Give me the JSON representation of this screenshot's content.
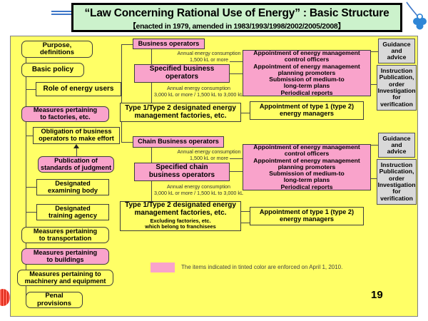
{
  "title": {
    "main": "“Law Concerning Rational Use of Energy” : Basic Structure",
    "sub": "【enacted in 1979, amended in 1983/1993/1998/2002/2005/2008】"
  },
  "colors": {
    "background_yellow": "#ffff66",
    "tinted_pink": "#f9a3cb",
    "banner_green": "#ccf2cc",
    "gray_box": "#d9d9d9",
    "decoration_blue": "#3f77c8",
    "decoration_red": "#e02b1b"
  },
  "left_column": [
    {
      "id": "purpose",
      "label": "Purpose,\ndefinitions",
      "tinted": false
    },
    {
      "id": "basic-policy",
      "label": "Basic policy",
      "tinted": false
    },
    {
      "id": "role-users",
      "label": "Role of energy users",
      "tinted": false
    },
    {
      "id": "measures-factories",
      "label": "Measures pertaining\nto factories, etc.",
      "tinted": true
    },
    {
      "id": "obligation",
      "label": "Obligation of business\noperators to make effort",
      "tinted": false
    },
    {
      "id": "publication-standards",
      "label": "Publication of\nstandards of judgment",
      "tinted": true
    },
    {
      "id": "examining-body",
      "label": "Designated\nexamining body",
      "tinted": false
    },
    {
      "id": "training-agency",
      "label": "Designated\ntraining agency",
      "tinted": false
    },
    {
      "id": "measures-transport",
      "label": "Measures pertaining\nto transportation",
      "tinted": false
    },
    {
      "id": "measures-buildings",
      "label": "Measures pertaining\nto buildings",
      "tinted": true
    },
    {
      "id": "measures-machinery",
      "label": "Measures pertaining to\nmachinery and equipment",
      "tinted": false
    },
    {
      "id": "penal",
      "label": "Penal\nprovisions",
      "tinted": false
    }
  ],
  "branch_business": {
    "header": {
      "label": "Business operators",
      "tinted": true
    },
    "note1": "Annual energy consumption\n1,500 kL or more",
    "specified": {
      "label": "Specified business\noperators",
      "tinted": true
    },
    "note2": "Annual energy consumption\n3,000 kL or more / 1,500 kL to 3,000 kL",
    "designated": {
      "label": "Type 1/Type 2 designated energy\nmanagement factories, etc.",
      "tinted": false
    },
    "duties": {
      "label": "Appointment of energy management\ncontrol officers\nAppointment of energy management\nplanning promoters\nSubmission of medium-to\nlong-term plans\nPeriodical reports",
      "tinted": true
    },
    "managers": {
      "label": "Appointment of type 1 (type 2)\nenergy managers",
      "tinted": false
    },
    "guidance": "Guidance\nand\nadvice",
    "instruction": "Instruction\nPublication,\norder\nInvestigation\nfor\nverification"
  },
  "branch_chain": {
    "header": {
      "label": "Chain Business operators",
      "tinted": true
    },
    "note1": "Annual energy consumption\n1,500 kL or more",
    "specified": {
      "label": "Specified chain\nbusiness operators",
      "tinted": true
    },
    "note2": "Annual energy consumption\n3,000 kL or more / 1,500 kL to 3,000 kL",
    "designated": {
      "label": "Type 1/Type 2 designated energy\nmanagement factories, etc.",
      "tinted": false
    },
    "designated_sub": "Excluding factories,  etc.\nwhich belong to franchisees",
    "duties": {
      "label": "Appointment of energy management\ncontrol officers\nAppointment of energy management\nplanning promoters\nSubmission of medium-to\nlong-term plans\nPeriodical reports",
      "tinted": true
    },
    "managers": {
      "label": "Appointment of type 1 (type 2)\nenergy managers",
      "tinted": false
    },
    "guidance": "Guidance\nand\nadvice",
    "instruction": "Instruction\nPublication,\norder\nInvestigation\nfor\nverification"
  },
  "legend": {
    "text": "The items indicated in tinted color are enforced on April 1, 2010."
  },
  "page_number": "19"
}
